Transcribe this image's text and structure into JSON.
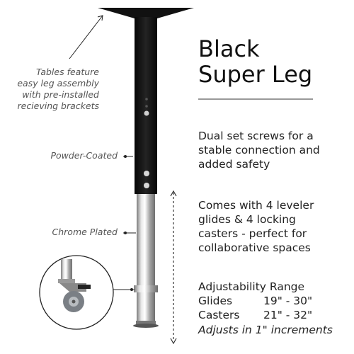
{
  "title": {
    "line1": "Black",
    "line2": "Super Leg"
  },
  "features": {
    "set_screws": "Dual set screws for a stable connection and added safety",
    "glides": "Comes with 4 leveler glides & 4 locking casters - perfect for collaborative spaces"
  },
  "adjustability": {
    "heading": "Adjustability Range",
    "rows": [
      {
        "label": "Glides",
        "range": "19\" - 30\""
      },
      {
        "label": "Casters",
        "range": "21\" - 32\""
      }
    ],
    "increments": "Adjusts in 1\" increments"
  },
  "callouts": {
    "brackets": "Tables feature easy leg assembly with pre-installed recieving brackets",
    "powder": "Powder-Coated",
    "chrome": "Chrome Plated"
  },
  "colors": {
    "leg_black": "#111111",
    "chrome_light": "#e6e6e6",
    "chrome_dark": "#8a8a8a",
    "rule": "#333333"
  }
}
